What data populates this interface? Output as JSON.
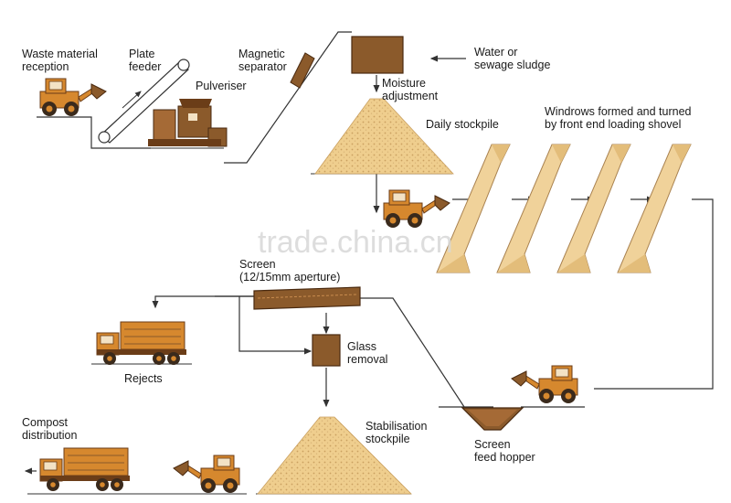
{
  "labels": {
    "waste_reception": [
      "Waste material",
      "reception"
    ],
    "plate_feeder": [
      "Plate",
      "feeder"
    ],
    "pulveriser": "Pulveriser",
    "magnetic_separator": [
      "Magnetic",
      "separator"
    ],
    "water_sludge": [
      "Water or",
      "sewage sludge"
    ],
    "moisture": [
      "Moisture",
      "adjustment"
    ],
    "daily_stockpile": "Daily stockpile",
    "windrows": [
      "Windrows formed and turned",
      "by front end loading shovel"
    ],
    "screen": [
      "Screen",
      "(12/15mm aperture)"
    ],
    "glass_removal": [
      "Glass",
      "removal"
    ],
    "rejects": "Rejects",
    "stabilisation": [
      "Stabilisation",
      "stockpile"
    ],
    "compost_distribution": [
      "Compost",
      "distribution"
    ],
    "screen_hopper": [
      "Screen",
      "feed hopper"
    ]
  },
  "watermark": "trade.china.cn",
  "colors": {
    "vehicle": "#d6882e",
    "vehicle_dark": "#6b3d18",
    "pile": "#efce8e",
    "pile_dots": "#caa060",
    "machine": "#8b5a2b",
    "line": "#333333"
  }
}
